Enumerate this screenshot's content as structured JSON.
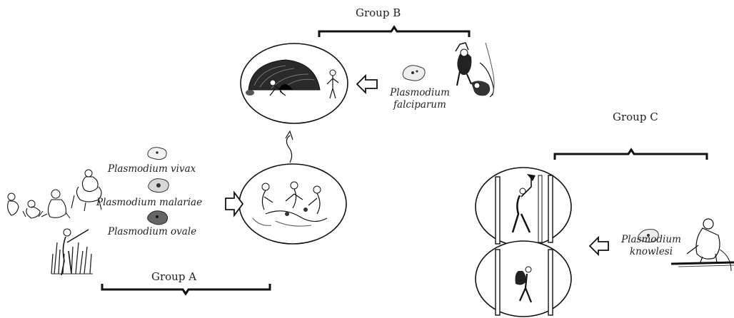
{
  "groups": {
    "a": "Group A",
    "b": "Group B",
    "c": "Group C"
  },
  "species": {
    "vivax": "Plasmodium vivax",
    "malariae": "Plasmodium malariae",
    "ovale": "Plasmodium ovale",
    "falciparum_line1": "Plasmodium",
    "falciparum_line2": "falciparum",
    "knowlesi_line1": "Plasmodium",
    "knowlesi_line2": "knowlesi"
  }
}
